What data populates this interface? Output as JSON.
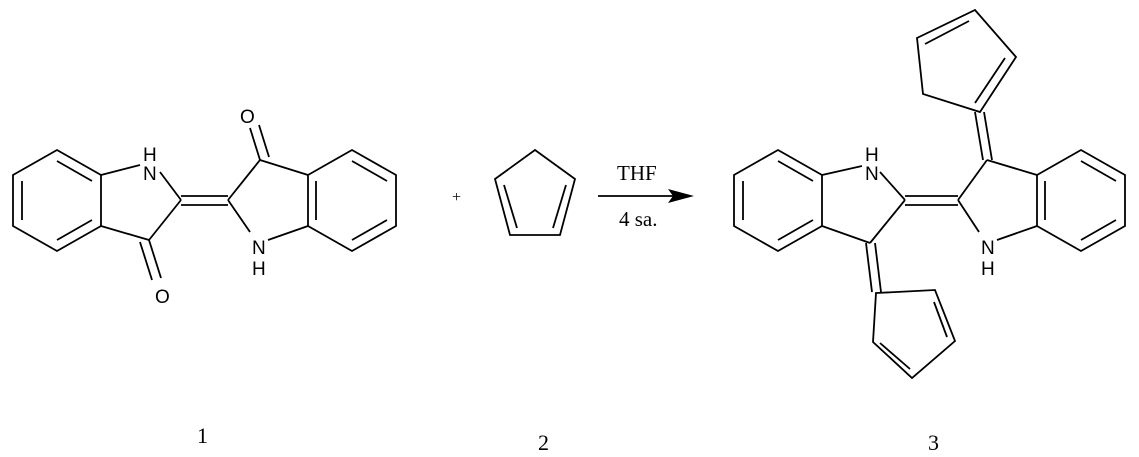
{
  "reaction": {
    "plus": "+",
    "condition_top": "THF",
    "condition_bottom": "4 sa."
  },
  "compounds": {
    "c1": {
      "label": "1",
      "atom_nh_top": "N",
      "atom_h_top": "H",
      "atom_nh_bottom": "N",
      "atom_h_bottom": "H",
      "atom_o_top": "O",
      "atom_o_bottom": "O"
    },
    "c2": {
      "label": "2"
    },
    "c3": {
      "label": "3",
      "atom_nh_top": "N",
      "atom_h_top": "H",
      "atom_nh_bottom": "N",
      "atom_h_bottom": "H"
    }
  }
}
